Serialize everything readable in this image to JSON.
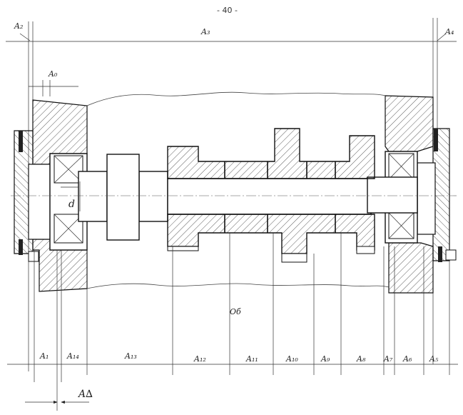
{
  "page_number": "- 40 -",
  "top_labels": {
    "a2": "A₂",
    "a3": "A₃",
    "a4": "A₄",
    "a0": "A₀"
  },
  "diameter_label": "d",
  "housing_label": "Об",
  "bottom_labels": [
    "A₁",
    "A₁₄",
    "A₁₃",
    "A₁₂",
    "A₁₁",
    "A₁₀",
    "A₉",
    "A₈",
    "A₇",
    "A₆",
    "A₅"
  ],
  "delta_label": "A∆",
  "colors": {
    "line": "#111111",
    "hatch": "#333333",
    "paper": "#ffffff"
  }
}
